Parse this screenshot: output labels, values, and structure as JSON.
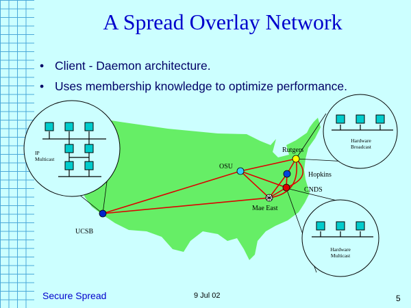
{
  "slide": {
    "title": "A Spread Overlay Network",
    "bullets": [
      "Client - Daemon architecture.",
      "Uses membership knowledge to optimize performance."
    ]
  },
  "map": {
    "nodes": {
      "rutgers": "Rutgers",
      "osu": "OSU",
      "hopkins": "Hopkins",
      "cnds": "CNDS",
      "mae_east": "Mae East",
      "ucsb": "UCSB"
    },
    "callouts": {
      "ip_multicast": [
        "IP",
        "Multicast"
      ],
      "hardware_broadcast": [
        "Hardware",
        "Broadcast"
      ],
      "hardware_multicast": [
        "Hardware",
        "Multicast"
      ]
    },
    "colors": {
      "land": "#66ee66",
      "links": "#dd0000",
      "rutgers_node": "#ffff00",
      "osu_node": "#33ccff",
      "hopkins_node": "#0044dd",
      "cnds_node": "#dd0000",
      "ucsb_node": "#0022cc"
    }
  },
  "footer": {
    "left": "Secure Spread",
    "date": "9 Jul 02",
    "page": "5"
  }
}
